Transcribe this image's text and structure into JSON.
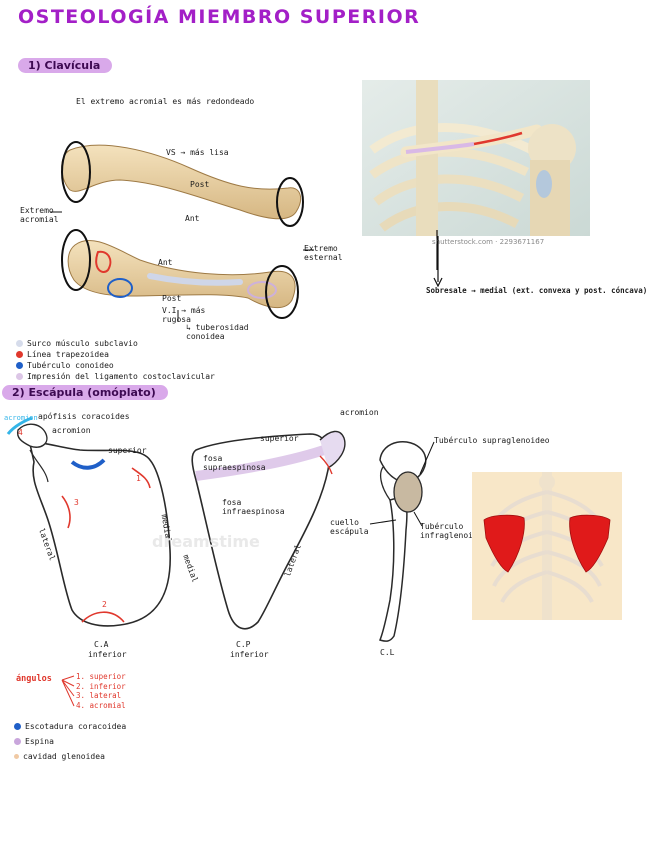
{
  "title": "OSTEOLOGÍA MIEMBRO SUPERIOR",
  "section1": {
    "heading": "1) Clavícula",
    "note_top": "El extremo acromial es más redondeado",
    "labels": {
      "vs": "VS → más lisa",
      "post_top": "Post",
      "ant_top": "Ant",
      "ant_bottom": "Ant",
      "post_bottom": "Post",
      "vi": "V.I → más rugosa",
      "tuberosidad": "↳ tuberosidad conoidea",
      "acromial": "Extremo acromial",
      "esternal": "Extremo esternal"
    },
    "photo_credit": "shutterstock.com · 2293671167",
    "arrow_note": "Sobresale → medial (ext. convexa y post. cóncava)",
    "legend": [
      {
        "color": "#d6dceb",
        "text": "Surco músculo subclavio"
      },
      {
        "color": "#e0382d",
        "text": "Línea trapezoidea"
      },
      {
        "color": "#1f5fc8",
        "text": "Tubérculo conoideo"
      },
      {
        "color": "#dcc6e6",
        "text": "Impresión del ligamento costoclavicular"
      }
    ]
  },
  "section2": {
    "heading": "2) Escápula (omóplato)",
    "left": {
      "acromion_tag": "acromion",
      "apofisis": "apófisis coracoides",
      "acromion": "acromion",
      "superior": "superior",
      "lateral": "lateral",
      "medial": "medial",
      "ca": "C.A",
      "inferior": "inferior",
      "num1": "1",
      "num2": "2",
      "num3": "3",
      "num4": "4"
    },
    "mid": {
      "acromion": "acromion",
      "superior": "superior",
      "fosa_supra": "fosa supraespinosa",
      "fosa_infra": "fosa infraespinosa",
      "medial": "medial",
      "lateral": "lateral",
      "cp": "C.P",
      "inferior": "inferior",
      "watermark": "dreamstime"
    },
    "right": {
      "supraglenoideo": "Tubérculo supraglenoideo",
      "cuello": "cuello escápula",
      "infraglenoideo": "Tubérculo infraglenoideo",
      "cl": "C.L"
    },
    "angulos": {
      "label": "ángulos",
      "items": [
        "1. superior",
        "2. inferior",
        "3. lateral",
        "4. acromial"
      ]
    },
    "legend": [
      {
        "color": "#1f5fc8",
        "text": "Escotadura coracoidea"
      },
      {
        "color": "#c9a6dc",
        "text": "Espina"
      },
      {
        "color": "#f0c9a4",
        "text": "cavidad glenoidea"
      }
    ]
  }
}
